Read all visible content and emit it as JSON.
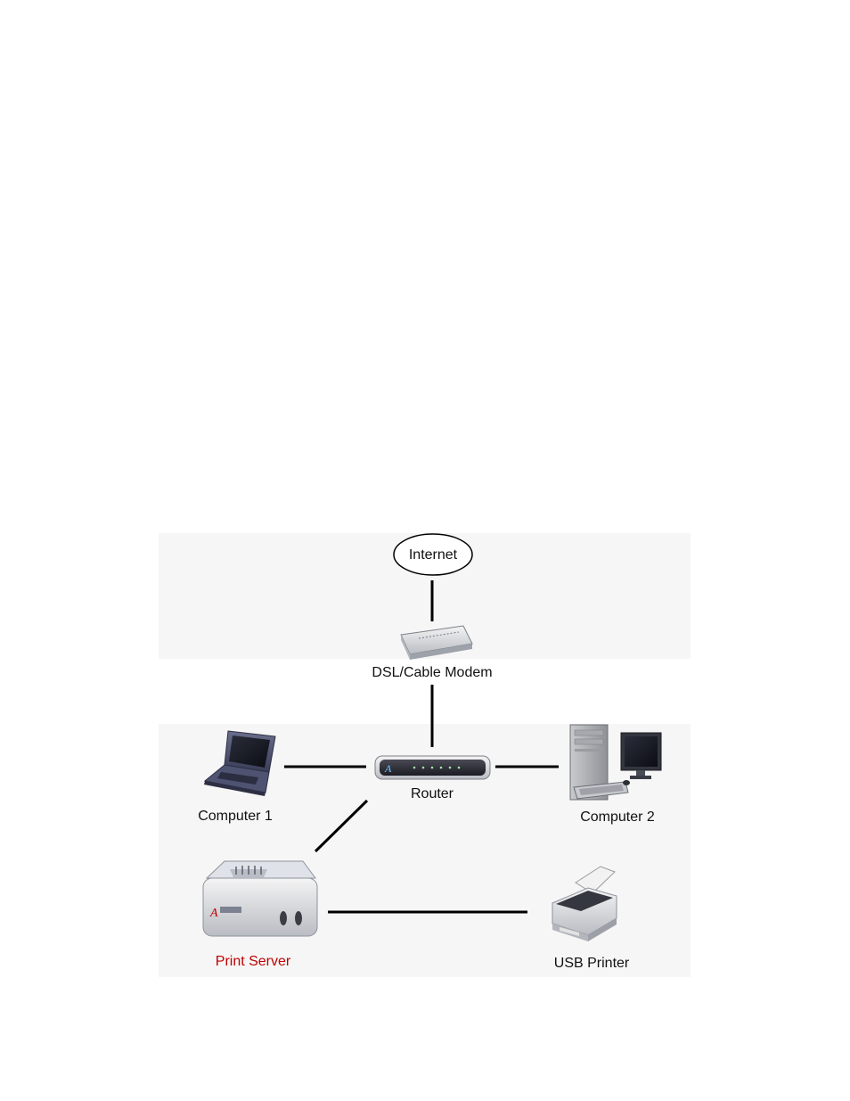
{
  "diagram": {
    "nodes": {
      "internet": {
        "label": "Internet"
      },
      "modem": {
        "label": "DSL/Cable Modem"
      },
      "router": {
        "label": "Router"
      },
      "computer1": {
        "label": "Computer 1"
      },
      "computer2": {
        "label": "Computer 2"
      },
      "print_server": {
        "label": "Print Server"
      },
      "usb_printer": {
        "label": "USB Printer"
      }
    },
    "connections": [
      [
        "internet",
        "modem"
      ],
      [
        "modem",
        "router"
      ],
      [
        "computer1",
        "router"
      ],
      [
        "router",
        "computer2"
      ],
      [
        "router",
        "print_server"
      ],
      [
        "print_server",
        "usb_printer"
      ]
    ],
    "colors": {
      "background_panel": "#f6f6f6",
      "print_server_label": "#c00000",
      "link": "#000000"
    }
  }
}
